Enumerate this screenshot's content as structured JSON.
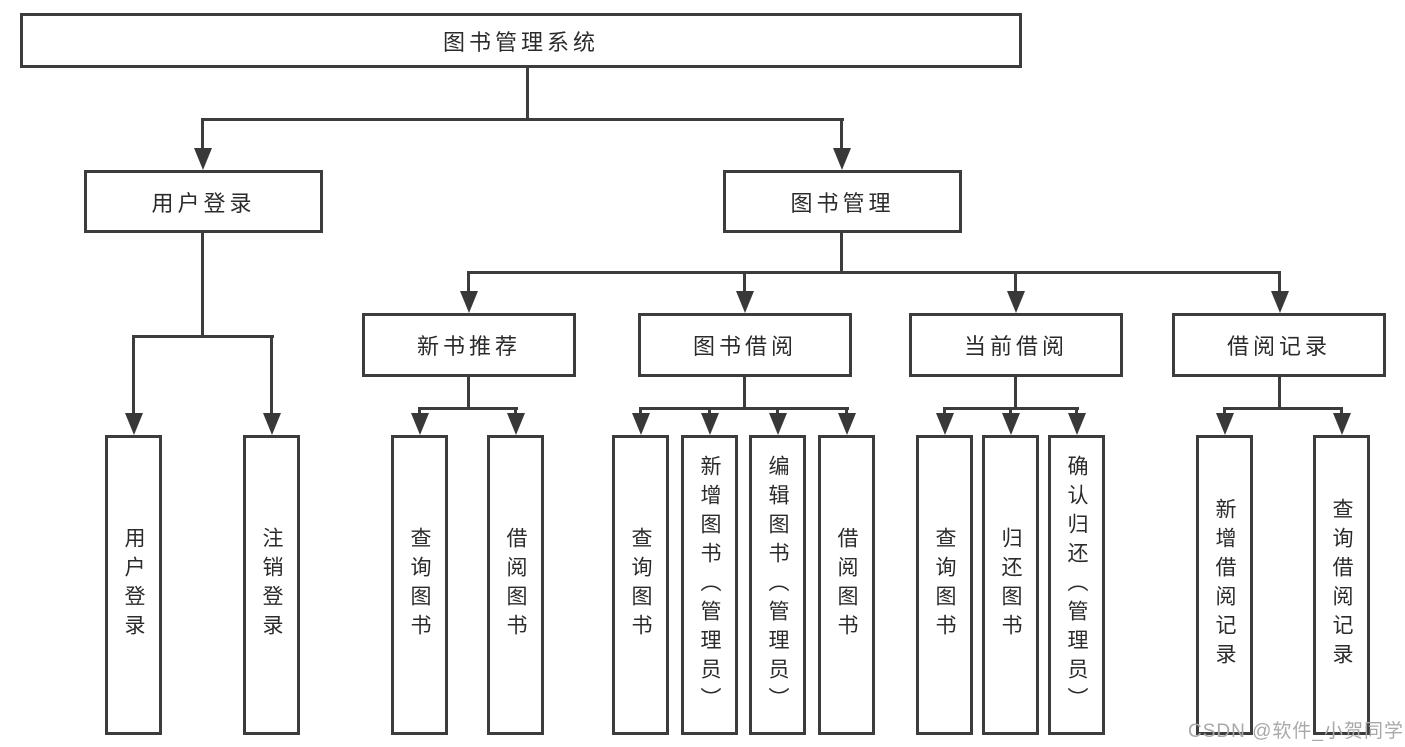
{
  "diagram": {
    "root_label": "图书管理系统",
    "user_login": {
      "label": "用户登录",
      "children": [
        "用户登录",
        "注销登录"
      ]
    },
    "book_management": {
      "label": "图书管理"
    },
    "modules": [
      {
        "label": "新书推荐",
        "children": [
          "查询图书",
          "借阅图书"
        ]
      },
      {
        "label": "图书借阅",
        "children": [
          "查询图书",
          "新增图书（管理员）",
          "编辑图书（管理员）",
          "借阅图书"
        ]
      },
      {
        "label": "当前借阅",
        "children": [
          "查询图书",
          "归还图书",
          "确认归还（管理员）"
        ]
      },
      {
        "label": "借阅记录",
        "children": [
          "新增借阅记录",
          "查询借阅记录"
        ]
      }
    ],
    "watermark": "CSDN @软件_小贺同学",
    "colors": {
      "line": "#3c3c3c",
      "text": "#2b2b2b",
      "watermark": "#a9a9a9",
      "background": "#ffffff"
    }
  }
}
